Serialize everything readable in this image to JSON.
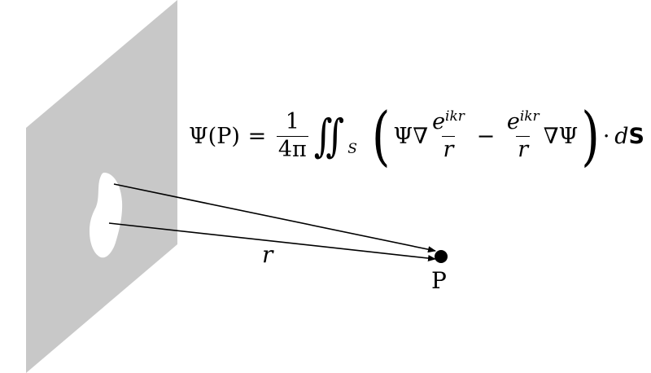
{
  "labels": {
    "r": "r",
    "P": "P"
  },
  "equation": {
    "lhs": "Ψ(P)",
    "equals": "=",
    "coef_num": "1",
    "coef_den": "4π",
    "integral": "∬",
    "surface": "S",
    "psi1": "Ψ∇",
    "exp_base": "e",
    "exp_power": "ikr",
    "denom_r": "r",
    "minus": "−",
    "exp_base2": "e",
    "exp_power2": "ikr",
    "denom_r2": "r",
    "psi2": "∇Ψ",
    "dot": "·",
    "d": "d",
    "S_vec": "S"
  },
  "colors": {
    "screen": "#c8c8c8",
    "aperture": "#ffffff",
    "ink": "#000000"
  }
}
